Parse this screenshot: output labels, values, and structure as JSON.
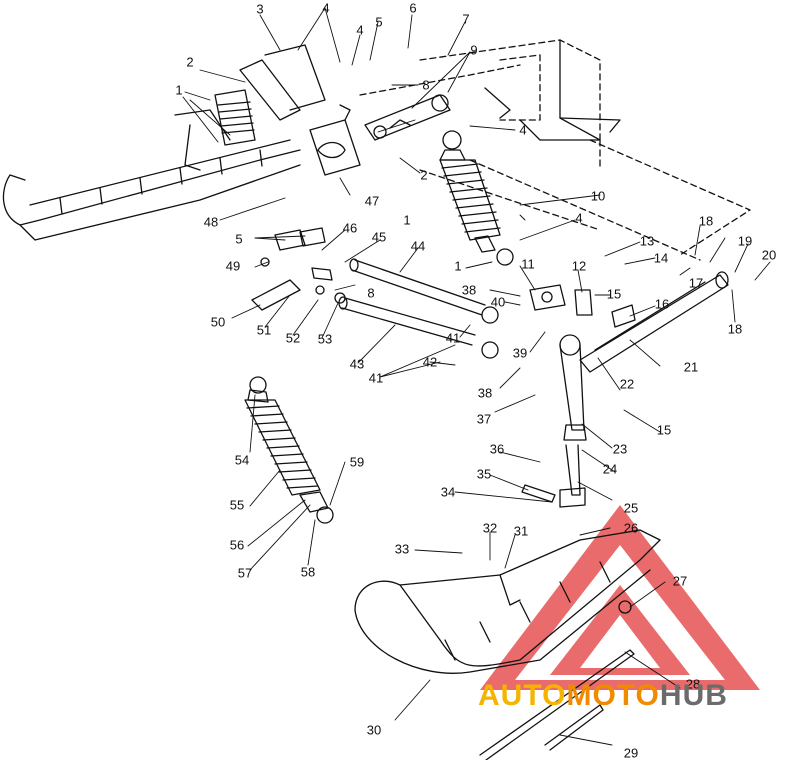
{
  "diagram": {
    "callouts": [
      {
        "id": "c1a",
        "text": "1"
      },
      {
        "id": "c1b",
        "text": "1"
      },
      {
        "id": "c1c",
        "text": "1"
      },
      {
        "id": "c2a",
        "text": "2"
      },
      {
        "id": "c2b",
        "text": "2"
      },
      {
        "id": "c3",
        "text": "3"
      },
      {
        "id": "c4a",
        "text": "4"
      },
      {
        "id": "c4b",
        "text": "4"
      },
      {
        "id": "c4c",
        "text": "4"
      },
      {
        "id": "c4d",
        "text": "4"
      },
      {
        "id": "c5a",
        "text": "5"
      },
      {
        "id": "c5b",
        "text": "5"
      },
      {
        "id": "c6",
        "text": "6"
      },
      {
        "id": "c7",
        "text": "7"
      },
      {
        "id": "c8a",
        "text": "8"
      },
      {
        "id": "c8b",
        "text": "8"
      },
      {
        "id": "c9",
        "text": "9"
      },
      {
        "id": "c10",
        "text": "10"
      },
      {
        "id": "c11",
        "text": "11"
      },
      {
        "id": "c12",
        "text": "12"
      },
      {
        "id": "c13",
        "text": "13"
      },
      {
        "id": "c14",
        "text": "14"
      },
      {
        "id": "c15a",
        "text": "15"
      },
      {
        "id": "c15b",
        "text": "15"
      },
      {
        "id": "c16",
        "text": "16"
      },
      {
        "id": "c17",
        "text": "17"
      },
      {
        "id": "c18a",
        "text": "18"
      },
      {
        "id": "c18b",
        "text": "18"
      },
      {
        "id": "c19",
        "text": "19"
      },
      {
        "id": "c20",
        "text": "20"
      },
      {
        "id": "c21",
        "text": "21"
      },
      {
        "id": "c22",
        "text": "22"
      },
      {
        "id": "c23",
        "text": "23"
      },
      {
        "id": "c24",
        "text": "24"
      },
      {
        "id": "c25",
        "text": "25"
      },
      {
        "id": "c26",
        "text": "26"
      },
      {
        "id": "c27",
        "text": "27"
      },
      {
        "id": "c28",
        "text": "28"
      },
      {
        "id": "c29",
        "text": "29"
      },
      {
        "id": "c30",
        "text": "30"
      },
      {
        "id": "c31",
        "text": "31"
      },
      {
        "id": "c32",
        "text": "32"
      },
      {
        "id": "c33",
        "text": "33"
      },
      {
        "id": "c34",
        "text": "34"
      },
      {
        "id": "c35",
        "text": "35"
      },
      {
        "id": "c36",
        "text": "36"
      },
      {
        "id": "c37",
        "text": "37"
      },
      {
        "id": "c38a",
        "text": "38"
      },
      {
        "id": "c38b",
        "text": "38"
      },
      {
        "id": "c39",
        "text": "39"
      },
      {
        "id": "c40",
        "text": "40"
      },
      {
        "id": "c41a",
        "text": "41"
      },
      {
        "id": "c41b",
        "text": "41"
      },
      {
        "id": "c42",
        "text": "42"
      },
      {
        "id": "c43",
        "text": "43"
      },
      {
        "id": "c44",
        "text": "44"
      },
      {
        "id": "c45",
        "text": "45"
      },
      {
        "id": "c46",
        "text": "46"
      },
      {
        "id": "c47",
        "text": "47"
      },
      {
        "id": "c48",
        "text": "48"
      },
      {
        "id": "c49",
        "text": "49"
      },
      {
        "id": "c50",
        "text": "50"
      },
      {
        "id": "c51",
        "text": "51"
      },
      {
        "id": "c52",
        "text": "52"
      },
      {
        "id": "c53",
        "text": "53"
      },
      {
        "id": "c54",
        "text": "54"
      },
      {
        "id": "c55",
        "text": "55"
      },
      {
        "id": "c56",
        "text": "56"
      },
      {
        "id": "c57",
        "text": "57"
      },
      {
        "id": "c58",
        "text": "58"
      },
      {
        "id": "c59",
        "text": "59"
      }
    ]
  },
  "watermark": {
    "part1": "AUTO",
    "part2": "MOTO",
    "part3": "HUB",
    "colors": {
      "auto": "#f5b400",
      "moto": "#f08a00",
      "hub": "#6b6b6b",
      "triangle": "#e33a3a"
    }
  }
}
